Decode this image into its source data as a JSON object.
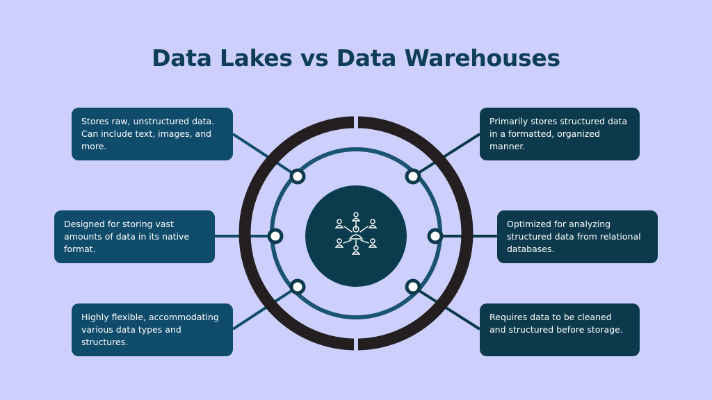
{
  "title": "Data Lakes vs Data Warehouses",
  "data_lakes": [
    "Stores raw, unstructured data. Can include text, images, and more.",
    "Designed for storing vast amounts of data in its native format.",
    "Highly flexible, accommodating various data types and structures."
  ],
  "data_warehouses": [
    "Primarily stores structured data in a formatted, organized manner.",
    "Optimized for analyzing structured data from relational databases.",
    "Requires data to be cleaned and structured before storage."
  ],
  "center_icon": "people-network-icon",
  "colors": {
    "background": "#cdd0fd",
    "title": "#0d3d57",
    "outer_ring": "#231e20",
    "inner_ring": "#1a5470",
    "center": "#0b3c4e",
    "left_box": "#0f4c6b",
    "right_box": "#0c3a4c"
  }
}
